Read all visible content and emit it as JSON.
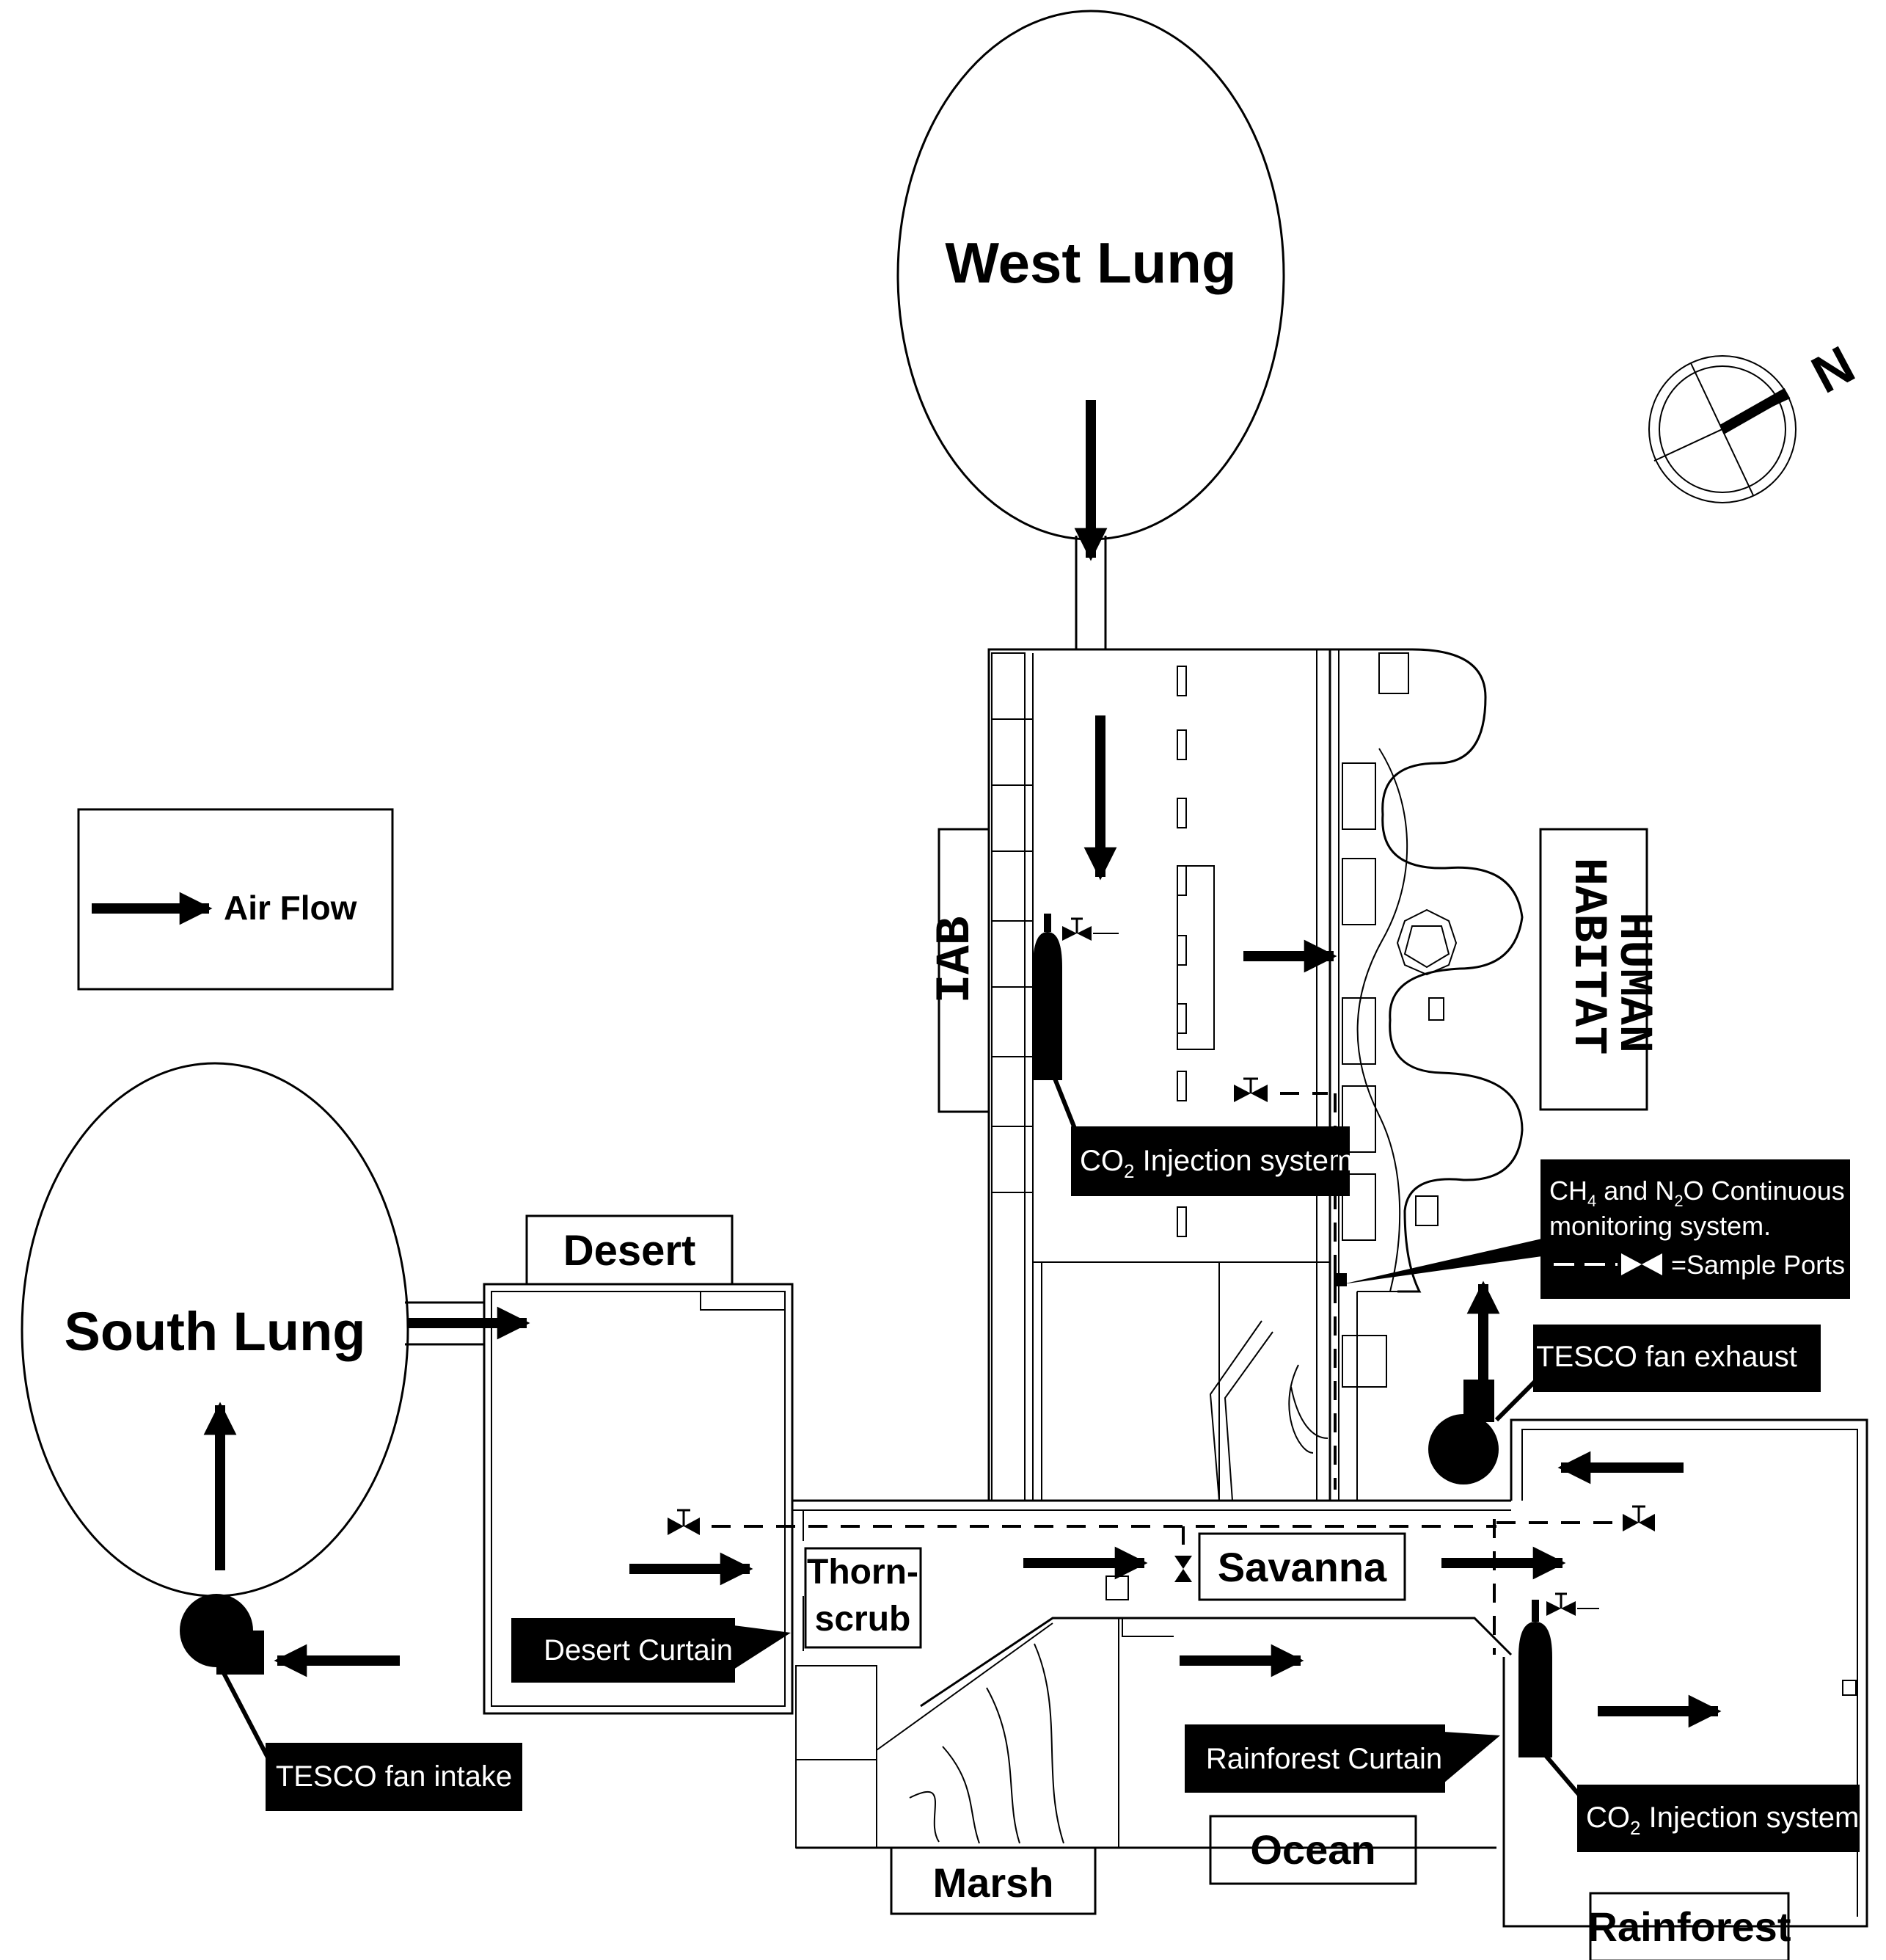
{
  "labels": {
    "west_lung": "West Lung",
    "south_lung": "South Lung",
    "iab": "IAB",
    "human": "HUMAN",
    "habitat": "HABITAT",
    "desert": "Desert",
    "thornscrub_line1": "Thorn-",
    "thornscrub_line2": "scrub",
    "savanna": "Savanna",
    "marsh": "Marsh",
    "ocean": "Ocean",
    "rainforest": "Rainforest",
    "north_letter": "N"
  },
  "legend": {
    "air_flow": "Air Flow"
  },
  "callouts": {
    "co2_injection_iab": {
      "prefix": "CO",
      "sub": "2",
      "suffix": " Injection system"
    },
    "co2_injection_rainforest": {
      "prefix": "CO",
      "sub": "2",
      "suffix": " Injection system"
    },
    "ch4_line1": {
      "a": "CH",
      "a_sub": "4",
      "b": " and N",
      "b_sub": "2",
      "c": "O Continuous"
    },
    "ch4_line2": "monitoring system.",
    "ch4_line3": "=Sample Ports",
    "tesco_exhaust": "TESCO fan exhaust",
    "tesco_intake": "TESCO fan intake",
    "desert_curtain": "Desert Curtain",
    "rainforest_curtain": "Rainforest Curtain"
  },
  "colors": {
    "ink": "#000000",
    "paper": "#ffffff"
  }
}
